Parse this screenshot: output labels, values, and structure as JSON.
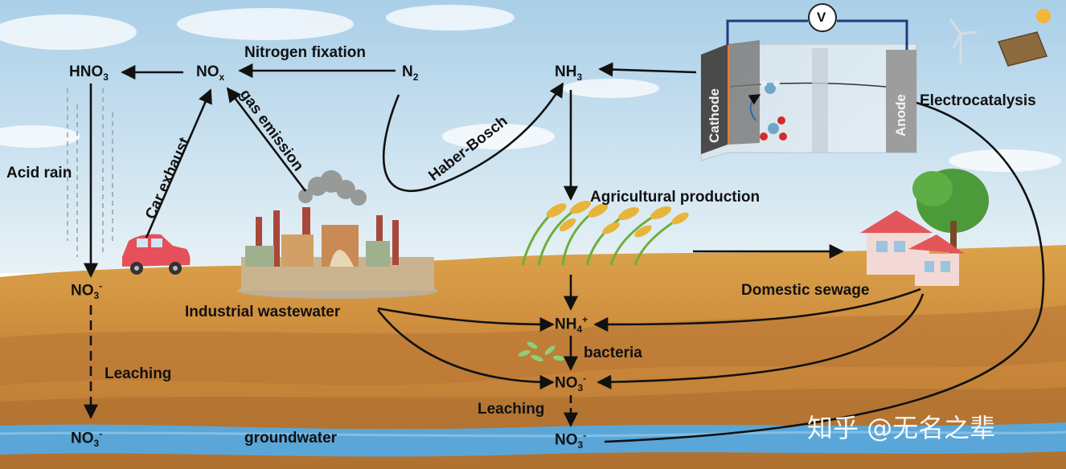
{
  "chemicals": {
    "hno3": {
      "base": "HNO",
      "sub": "3"
    },
    "nox": {
      "base": "NO",
      "sub": "x"
    },
    "n2": {
      "base": "N",
      "sub": "2"
    },
    "nh3": {
      "base": "NH",
      "sub": "3"
    },
    "no3_soil": {
      "base": "NO",
      "sub": "3",
      "sup": "-"
    },
    "no3_ground_left": {
      "base": "NO",
      "sub": "3",
      "sup": "-"
    },
    "nh4": {
      "base": "NH",
      "sub": "4",
      "sup": "+"
    },
    "no3_mid": {
      "base": "NO",
      "sub": "3",
      "sup": "-"
    },
    "no3_ground_right": {
      "base": "NO",
      "sub": "3",
      "sup": "-"
    }
  },
  "processes": {
    "nitrogen_fixation": "Nitrogen fixation",
    "car_exhaust": "Car exhaust",
    "gas_emission": "gas emission",
    "haber_bosch": "Haber-Bosch",
    "acid_rain": "Acid rain",
    "leaching_left": "Leaching",
    "leaching_right": "Leaching",
    "agricultural_production": "Agricultural production",
    "industrial_wastewater": "Industrial wastewater",
    "domestic_sewage": "Domestic sewage",
    "bacteria": "bacteria",
    "groundwater": "groundwater",
    "electrocatalysis": "Electrocatalysis"
  },
  "cell": {
    "cathode": "Cathode",
    "anode": "Anode",
    "voltmeter": "V"
  },
  "watermark": "知乎 @无名之辈",
  "colors": {
    "sky_top": "#a9cfe8",
    "sky_bottom": "#e6f1f6",
    "soil": "#d59a3c",
    "soil_dark": "#a8692b",
    "groundwater": "#5aa6d8",
    "arrow": "#111111"
  }
}
